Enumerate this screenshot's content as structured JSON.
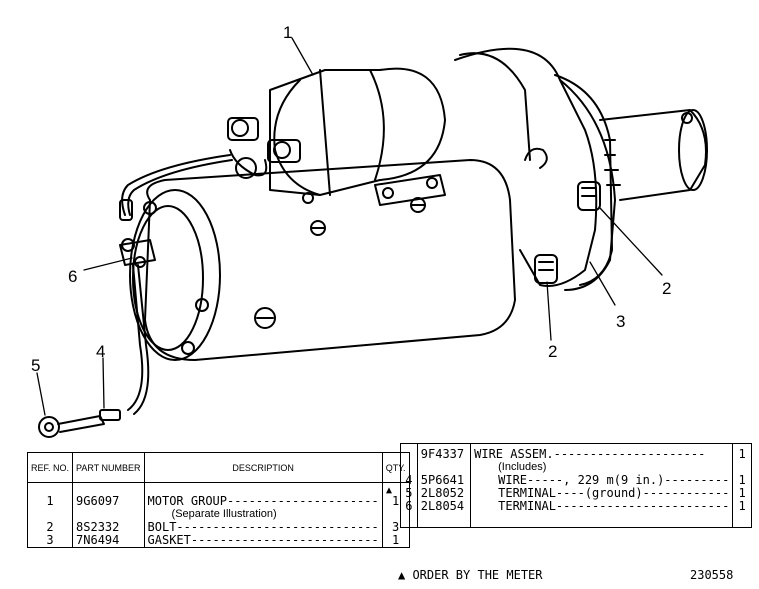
{
  "callouts": [
    "1",
    "2",
    "2",
    "3",
    "4",
    "5",
    "6"
  ],
  "left_table": {
    "headers": {
      "ref": "REF. NO.",
      "part": "PART NUMBER",
      "desc": "DESCRIPTION",
      "qty": "QTY."
    },
    "rows": [
      {
        "ref": "1",
        "part": "9G6097",
        "desc": "MOTOR GROUP---------------------",
        "sub": "(Separate Illustration)",
        "qty": "1"
      },
      {
        "ref": "2",
        "part": "8S2332",
        "desc": "BOLT----------------------------",
        "qty": "3"
      },
      {
        "ref": "3",
        "part": "7N6494",
        "desc": "GASKET--------------------------",
        "qty": "1"
      }
    ]
  },
  "right_table": {
    "rows": [
      {
        "ref": "4",
        "part": "9F4337",
        "desc": "WIRE ASSEM.---------------------",
        "sub": "(Includes)",
        "qty": "1"
      },
      {
        "ref": "",
        "part": "5P6641",
        "desc": "WIRE-----, 229 m(9 in.)---------",
        "qty": "1",
        "marker": "▲"
      },
      {
        "ref": "5",
        "part": "2L8052",
        "desc": "TERMINAL----(ground)------------",
        "qty": "1"
      },
      {
        "ref": "6",
        "part": "2L8054",
        "desc": "TERMINAL------------------------",
        "qty": "1"
      }
    ]
  },
  "footnote": "▲ ORDER BY THE METER",
  "figure_number": "230558"
}
